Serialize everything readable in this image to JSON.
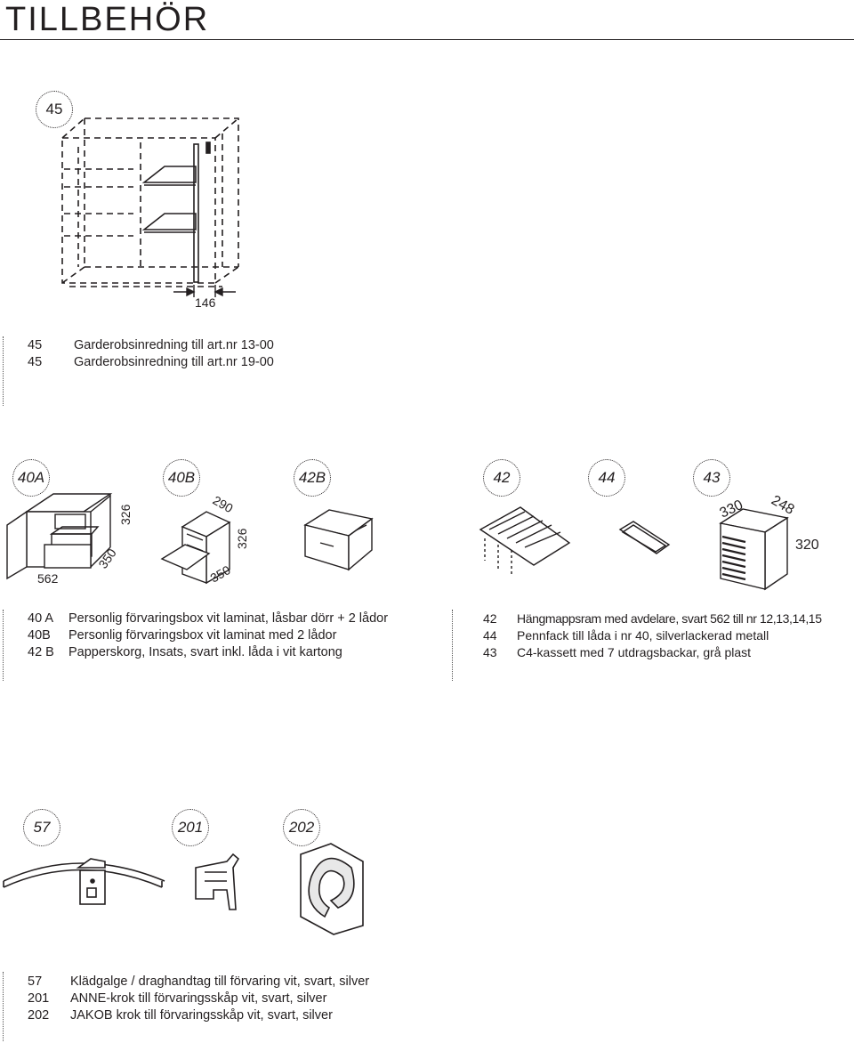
{
  "page": {
    "title": "TILLBEHÖR"
  },
  "section1": {
    "badge": "45",
    "dimension": "146",
    "rows": [
      {
        "code": "45",
        "text": "Garderobsinredning till art.nr 13-00"
      },
      {
        "code": "45",
        "text": "Garderobsinredning till art.nr 19-00"
      }
    ]
  },
  "section2": {
    "badges": [
      "40A",
      "40B",
      "42B",
      "42",
      "44",
      "43"
    ],
    "dims": {
      "a_width": "562",
      "a_depth": "350",
      "a_height": "326",
      "b_width": "290",
      "b_depth": "350",
      "b_height": "326",
      "c_depth": "330",
      "c_width": "248",
      "c_height": "320"
    },
    "left_rows": [
      {
        "code": "40 A",
        "text": "Personlig förvaringsbox vit laminat, låsbar dörr + 2 lådor"
      },
      {
        "code": "40B",
        "text": "Personlig förvaringsbox vit laminat med 2 lådor"
      },
      {
        "code": "42 B",
        "text": "Papperskorg, Insats, svart  inkl. låda i vit kartong"
      }
    ],
    "right_rows": [
      {
        "code": "42",
        "text": "Hängmappsram  med avdelare, svart 562 till nr 12,13,14,15"
      },
      {
        "code": "44",
        "text": "Pennfack till låda i nr 40, silverlackerad metall"
      },
      {
        "code": "43",
        "text": "C4-kassett med 7 utdragsbackar, grå plast"
      }
    ]
  },
  "section3": {
    "badges": [
      "57",
      "201",
      "202"
    ],
    "rows": [
      {
        "code": "57",
        "text": "Klädgalge / draghandtag till förvaring vit, svart, silver"
      },
      {
        "code": "201",
        "text": "ANNE-krok till förvaringsskåp vit, svart, silver"
      },
      {
        "code": "202",
        "text": "JAKOB krok till förvaringsskåp vit, svart, silver"
      }
    ]
  }
}
